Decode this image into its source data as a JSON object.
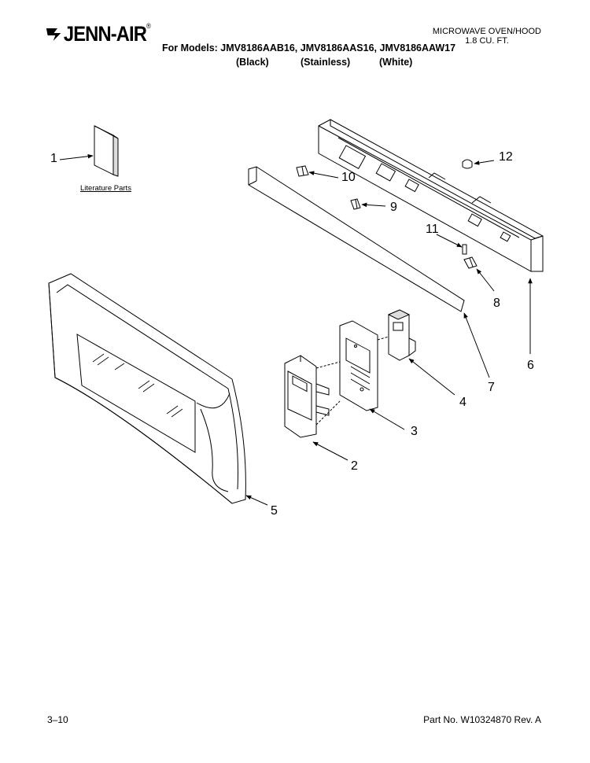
{
  "header": {
    "brand": "JENN-AIR",
    "brand_reg": "®",
    "category_line1": "MICROWAVE OVEN/HOOD",
    "category_line2": "1.8 CU. FT.",
    "models": "For Models: JMV8186AAB16, JMV8186AAS16, JMV8186AAW17",
    "finishes": [
      "(Black)",
      "(Stainless)",
      "(White)"
    ]
  },
  "diagram": {
    "literature_label": "Literature Parts",
    "callouts": [
      "1",
      "2",
      "3",
      "4",
      "5",
      "6",
      "7",
      "8",
      "9",
      "10",
      "11",
      "12"
    ]
  },
  "footer": {
    "page": "3–10",
    "part_no": "Part No. W10324870 Rev. A"
  }
}
